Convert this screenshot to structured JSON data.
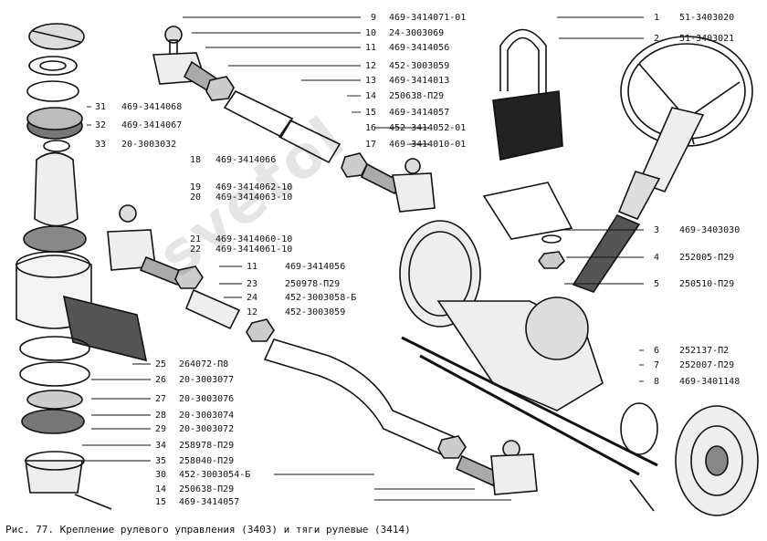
{
  "caption": "Рис. 77. Крепление рулевого управления (3403) и тяги рулевые (3414)",
  "watermark": "svetol",
  "colors": {
    "ink": "#111111",
    "paper": "#ffffff"
  },
  "callouts": [
    {
      "num": "9",
      "code": "469-3414071-01"
    },
    {
      "num": "10",
      "code": "24-3003069"
    },
    {
      "num": "11",
      "code": "469-3414056"
    },
    {
      "num": "12",
      "code": "452-3003059"
    },
    {
      "num": "13",
      "code": "469-3414013"
    },
    {
      "num": "14",
      "code": "250638-П29"
    },
    {
      "num": "15",
      "code": "469-3414057"
    },
    {
      "num": "16",
      "code": "452-3414052-01"
    },
    {
      "num": "17",
      "code": "469-3414010-01"
    },
    {
      "num": "1",
      "code": "51-3403020"
    },
    {
      "num": "2",
      "code": "51-3403021"
    },
    {
      "num": "3",
      "code": "469-3403030"
    },
    {
      "num": "4",
      "code": "252005-П29"
    },
    {
      "num": "5",
      "code": "250510-П29"
    },
    {
      "num": "6",
      "code": "252137-П2"
    },
    {
      "num": "7",
      "code": "252007-П29"
    },
    {
      "num": "8",
      "code": "469-3401148"
    },
    {
      "num": "31",
      "code": "469-3414068"
    },
    {
      "num": "32",
      "code": "469-3414067"
    },
    {
      "num": "33",
      "code": "20-3003032"
    },
    {
      "num": "18",
      "code": "469-3414066"
    },
    {
      "num": "19",
      "code": "469-3414062-10"
    },
    {
      "num": "20",
      "code": "469-3414063-10"
    },
    {
      "num": "21",
      "code": "469-3414060-10"
    },
    {
      "num": "22",
      "code": "469-3414061-10"
    },
    {
      "num": "11",
      "code": "469-3414056"
    },
    {
      "num": "23",
      "code": "250978-П29"
    },
    {
      "num": "24",
      "code": "452-3003058-Б"
    },
    {
      "num": "12",
      "code": "452-3003059"
    },
    {
      "num": "25",
      "code": "264072-П8"
    },
    {
      "num": "26",
      "code": "20-3003077"
    },
    {
      "num": "27",
      "code": "20-3003076"
    },
    {
      "num": "28",
      "code": "20-3003074"
    },
    {
      "num": "29",
      "code": "20-3003072"
    },
    {
      "num": "34",
      "code": "258978-П29"
    },
    {
      "num": "35",
      "code": "258040-П29"
    },
    {
      "num": "30",
      "code": "452-3003054-Б"
    },
    {
      "num": "14",
      "code": "250638-П29"
    },
    {
      "num": "15",
      "code": "469-3414057"
    }
  ]
}
